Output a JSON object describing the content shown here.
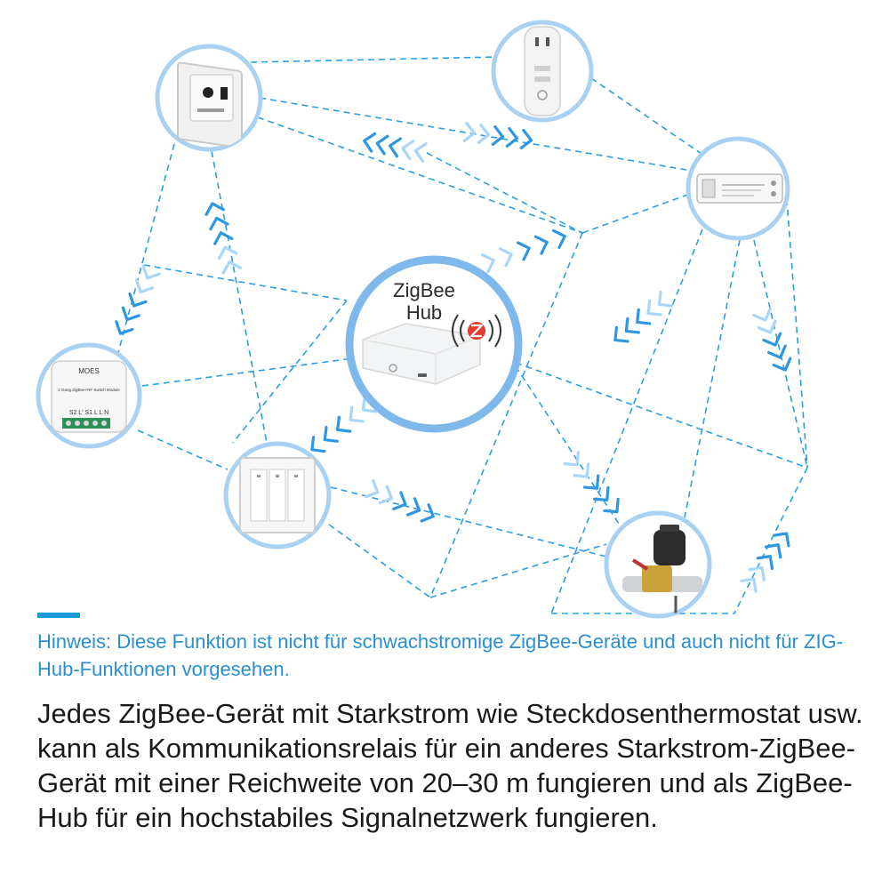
{
  "hub": {
    "title_line1": "ZigBee",
    "title_line2": "Hub",
    "icon": "zigbee-hub-icon",
    "signal_icon": "wireless-signal-icon"
  },
  "devices": [
    {
      "name": "thermostat",
      "icon": "thermostat-icon"
    },
    {
      "name": "smart-plug",
      "icon": "smart-plug-icon"
    },
    {
      "name": "light-controller",
      "icon": "light-controller-icon"
    },
    {
      "name": "switch-module",
      "icon": "switch-module-icon",
      "label_lines": [
        "MOES",
        "2 Gang ZigBee+RF Switch Module",
        "S2 L' S1 L L N"
      ]
    },
    {
      "name": "wall-switch",
      "icon": "wall-switch-icon"
    },
    {
      "name": "water-valve",
      "icon": "water-valve-icon"
    }
  ],
  "colors": {
    "link": "#2b9fe0",
    "node_ring": "#a9d1f2",
    "hub_ring": "#7fb9ec",
    "arrow_dark": "#2e96e3",
    "arrow_light": "#a9d6f7",
    "note": "#2a8fd2",
    "accent": "#1a9ad6",
    "text": "#1a1a1a"
  },
  "note": "Hinweis: Diese Funktion ist nicht für schwachstromige ZigBee-Geräte und auch nicht für ZIG-Hub-Funktionen vorgesehen.",
  "body": "Jedes ZigBee-Gerät mit Starkstrom wie Steckdosenthermostat usw. kann als Kommunikationsrelais für ein anderes Starkstrom-ZigBee-Gerät mit einer Reichweite von 20–30 m fungieren und als ZigBee-Hub für ein hochstabiles Signalnetzwerk fungieren."
}
